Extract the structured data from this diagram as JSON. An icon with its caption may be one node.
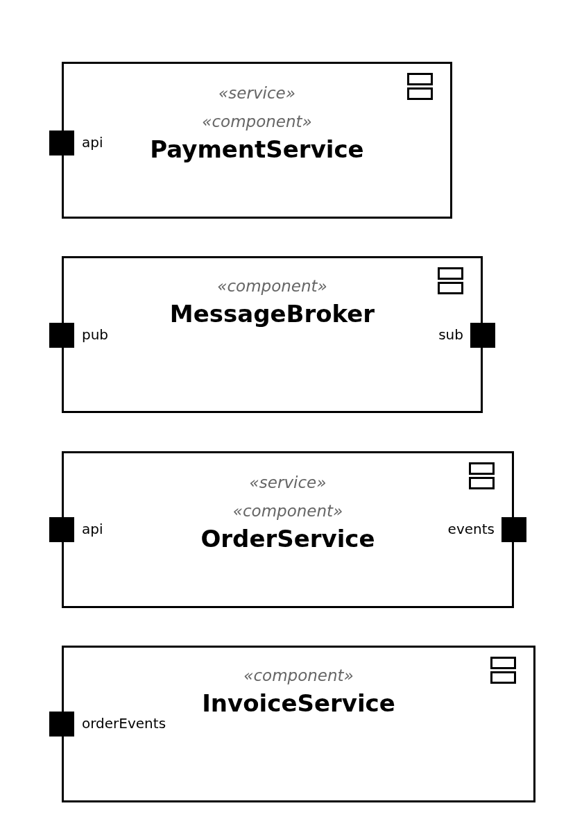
{
  "diagram": {
    "nodes": [
      {
        "text": [
          "«service»",
          "«component»",
          "PaymentService"
        ]
      },
      {
        "text": [],
        "shape": "box",
        "beside": [
          "api"
        ]
      },
      {
        "text": [
          "«component»",
          "MessageBroker"
        ]
      },
      {
        "text": [],
        "shape": "box",
        "beside": [
          "pub"
        ]
      },
      {
        "text": [],
        "shape": "box",
        "beside": [
          "sub"
        ]
      },
      {
        "text": [
          "«service»",
          "«component»",
          "OrderService"
        ]
      },
      {
        "text": [],
        "shape": "box",
        "beside": [
          "api"
        ]
      },
      {
        "text": [],
        "shape": "box",
        "beside": [
          "events"
        ]
      },
      {
        "text": [
          "«component»",
          "InvoiceService"
        ]
      },
      {
        "text": [],
        "shape": "box",
        "beside": [
          "orderEvents"
        ]
      }
    ],
    "edges": []
  }
}
